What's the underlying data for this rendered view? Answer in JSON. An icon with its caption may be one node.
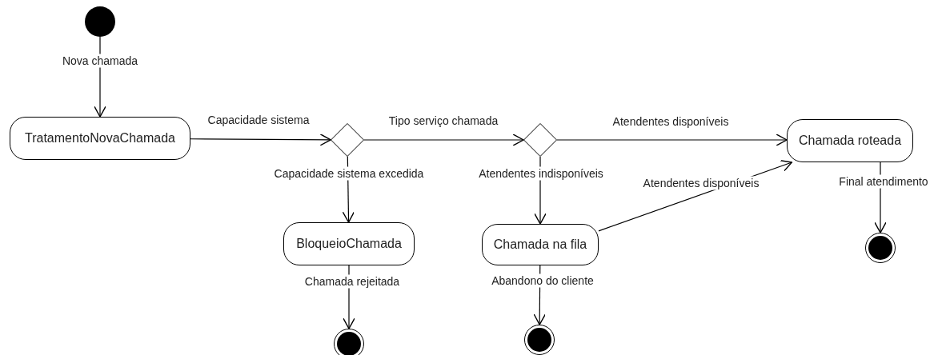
{
  "diagram": {
    "nodes": [
      {
        "text": [],
        "shape": "circle"
      },
      {
        "text": [
          "TratamentoNovaChamada"
        ]
      },
      {
        "text": [],
        "shape": "diamond"
      },
      {
        "text": [
          "BloqueioChamada"
        ]
      },
      {
        "text": [],
        "shape": "bullseye"
      },
      {
        "text": [],
        "shape": "diamond"
      },
      {
        "text": [
          "Chamada roteada"
        ]
      },
      {
        "text": [
          "Chamada na fila"
        ]
      },
      {
        "text": [],
        "shape": "bullseye"
      },
      {
        "text": [],
        "shape": "bullseye"
      }
    ],
    "edges": [
      {
        "from": 0,
        "to": 1,
        "arrow": "to",
        "label": "Nova chamada"
      },
      {
        "from": 1,
        "to": 2,
        "arrow": "to",
        "label": "Capacidade sistema"
      },
      {
        "from": 2,
        "to": 3,
        "arrow": "to",
        "label": "Capacidade sistema excedida"
      },
      {
        "from": 3,
        "to": 4,
        "arrow": "to",
        "label": "Chamada rejeitada"
      },
      {
        "from": 2,
        "to": 5,
        "arrow": "to",
        "label": "Tipo serviço chamada"
      },
      {
        "from": 5,
        "to": 6,
        "arrow": "to",
        "label": "Atendentes disponíveis"
      },
      {
        "from": 5,
        "to": 7,
        "arrow": "to",
        "label": "Atendentes indisponíveis"
      },
      {
        "from": 7,
        "to": 6,
        "arrow": "to",
        "label": "Atendentes disponíveis"
      },
      {
        "from": 7,
        "to": 8,
        "arrow": "to",
        "label": "Abandono do cliente"
      },
      {
        "from": 6,
        "to": 9,
        "arrow": "to",
        "label": "Final atendimento"
      }
    ]
  }
}
